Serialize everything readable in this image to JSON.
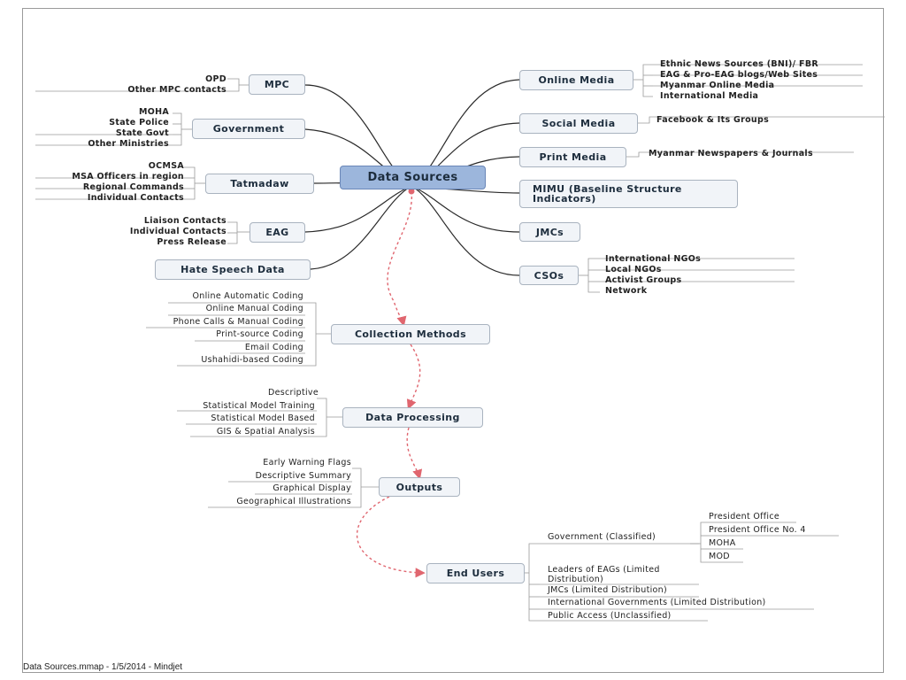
{
  "central": "Data Sources",
  "left_topics": [
    {
      "label": "MPC",
      "items": [
        "OPD",
        "Other MPC contacts"
      ]
    },
    {
      "label": "Government",
      "items": [
        "MOHA",
        "State Police",
        "State Govt",
        "Other Ministries"
      ]
    },
    {
      "label": "Tatmadaw",
      "items": [
        "OCMSA",
        "MSA Officers in region",
        "Regional Commands",
        "Individual Contacts"
      ]
    },
    {
      "label": "EAG",
      "items": [
        "Liaison Contacts",
        "Individual Contacts",
        "Press Release"
      ]
    },
    {
      "label": "Hate Speech Data",
      "items": []
    }
  ],
  "right_topics": [
    {
      "label": "Online Media",
      "items": [
        "Ethnic News Sources (BNI)/ FBR",
        "EAG & Pro-EAG blogs/Web Sites",
        "Myanmar Online Media",
        "International Media"
      ]
    },
    {
      "label": "Social Media",
      "items": [
        "Facebook & Its Groups"
      ]
    },
    {
      "label": "Print Media",
      "items": [
        "Myanmar Newspapers & Journals"
      ]
    },
    {
      "label": "MIMU (Baseline Structure Indicators)",
      "items": []
    },
    {
      "label": "JMCs",
      "items": []
    },
    {
      "label": "CSOs",
      "items": [
        "International NGOs",
        "Local NGOs",
        "Activist Groups",
        "Network"
      ]
    }
  ],
  "flow": [
    {
      "label": "Collection Methods",
      "items": [
        "Online Automatic Coding",
        "Online Manual Coding",
        "Phone Calls & Manual Coding",
        "Print-source Coding",
        "Email Coding",
        "Ushahidi-based Coding"
      ]
    },
    {
      "label": "Data Processing",
      "items": [
        "Descriptive",
        "Statistical Model Training",
        "Statistical Model Based",
        "GIS & Spatial Analysis"
      ]
    },
    {
      "label": "Outputs",
      "items": [
        "Early Warning Flags",
        "Descriptive Summary",
        "Graphical Display",
        "Geographical Illustrations"
      ]
    }
  ],
  "end_users": {
    "label": "End Users",
    "items": [
      "Government (Classified)",
      "Leaders of EAGs (Limited Distribution)",
      "JMCs (Limited Distribution)",
      "International Governments (Limited Distribution)",
      "Public Access (Unclassified)"
    ],
    "government_sub": [
      "President Office",
      "President Office No. 4",
      "MOHA",
      "MOD"
    ]
  },
  "footer": "Data Sources.mmap - 1/5/2014 - Mindjet",
  "colors": {
    "central_fill": "#9cb6dc",
    "topic_fill": "#f1f4f8",
    "flow_arrow": "#e0666f",
    "connector": "#2a2a2a"
  }
}
